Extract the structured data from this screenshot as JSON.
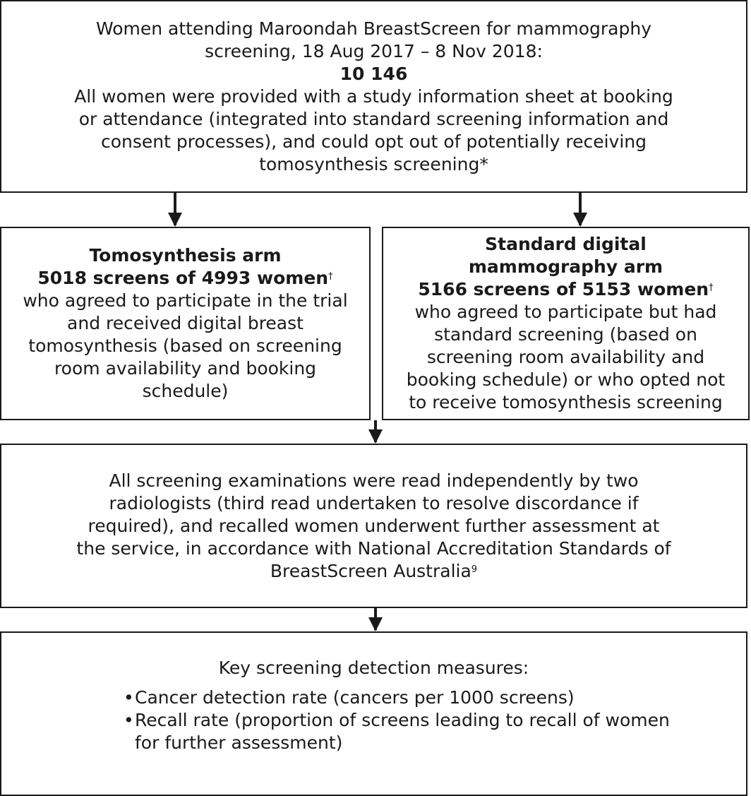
{
  "top_box": {
    "line1": "Women attending Maroondah BreastScreen for mammography",
    "line2": "screening, 18 Aug 2017 – 8 Nov 2018:",
    "count": "10 146",
    "line3": "All women were provided with a study information sheet at booking",
    "line4": "or attendance (integrated into standard screening information and",
    "line5": "consent processes), and could opt out of potentially receiving",
    "line6": "tomosynthesis screening*"
  },
  "left_box": {
    "title": "Tomosynthesis arm",
    "count": "5018 screens of 4993 women",
    "footnote_mark": "†",
    "line1": "who agreed to participate in the trial",
    "line2": "and received digital breast",
    "line3": "tomosynthesis (based on screening",
    "line4": "room availability and booking",
    "line5": "schedule)"
  },
  "right_box": {
    "title1": "Standard digital",
    "title2": "mammography arm",
    "count": "5166 screens of 5153 women",
    "footnote_mark": "†",
    "line1": "who agreed to participate but had",
    "line2": "standard screening (based on",
    "line3": "screening room availability and",
    "line4": "booking schedule) or who opted not",
    "line5": "to receive tomosynthesis screening"
  },
  "mid_box": {
    "line1": "All screening examinations were read independently by two",
    "line2": "radiologists (third read undertaken to resolve discordance if",
    "line3": "required), and recalled women underwent further assessment at",
    "line4": "the service, in accordance with  National Accreditation Standards of",
    "line5": "BreastScreen Australia",
    "ref": "9"
  },
  "bottom_box": {
    "heading": "Key screening detection measures:",
    "bullet_char": "•",
    "bullet1": "Cancer detection rate (cancers per 1000 screens)",
    "bullet2_line1": "Recall rate (proportion of screens leading to recall of women",
    "bullet2_line2": "for further assessment)"
  }
}
